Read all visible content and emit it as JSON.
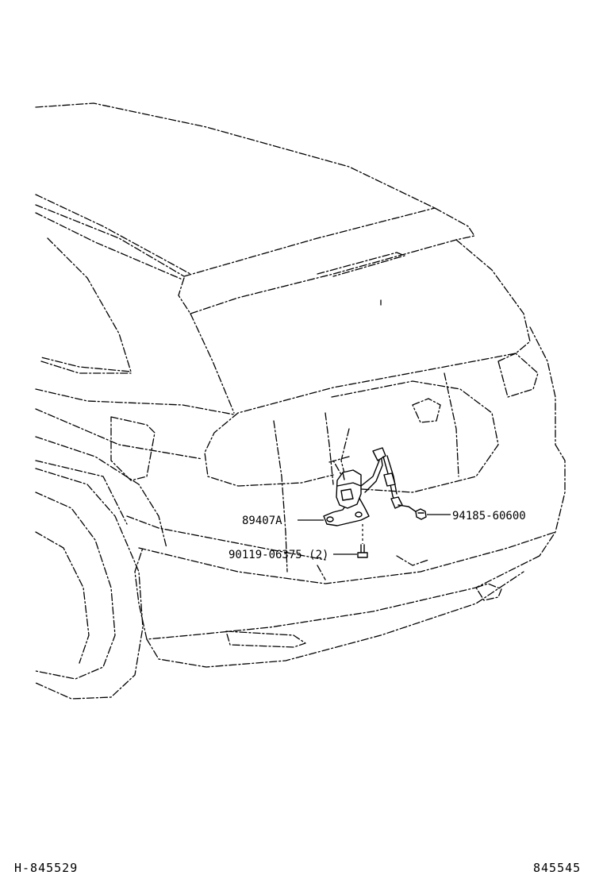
{
  "drawing": {
    "part_labels": {
      "sensor": "89407A",
      "bolt": "90119-06375 (2)",
      "nut": "94185-60600"
    },
    "ref_left": "H-845529",
    "ref_right": "845545"
  },
  "colors": {
    "ink": "#000000",
    "paper": "#ffffff"
  }
}
